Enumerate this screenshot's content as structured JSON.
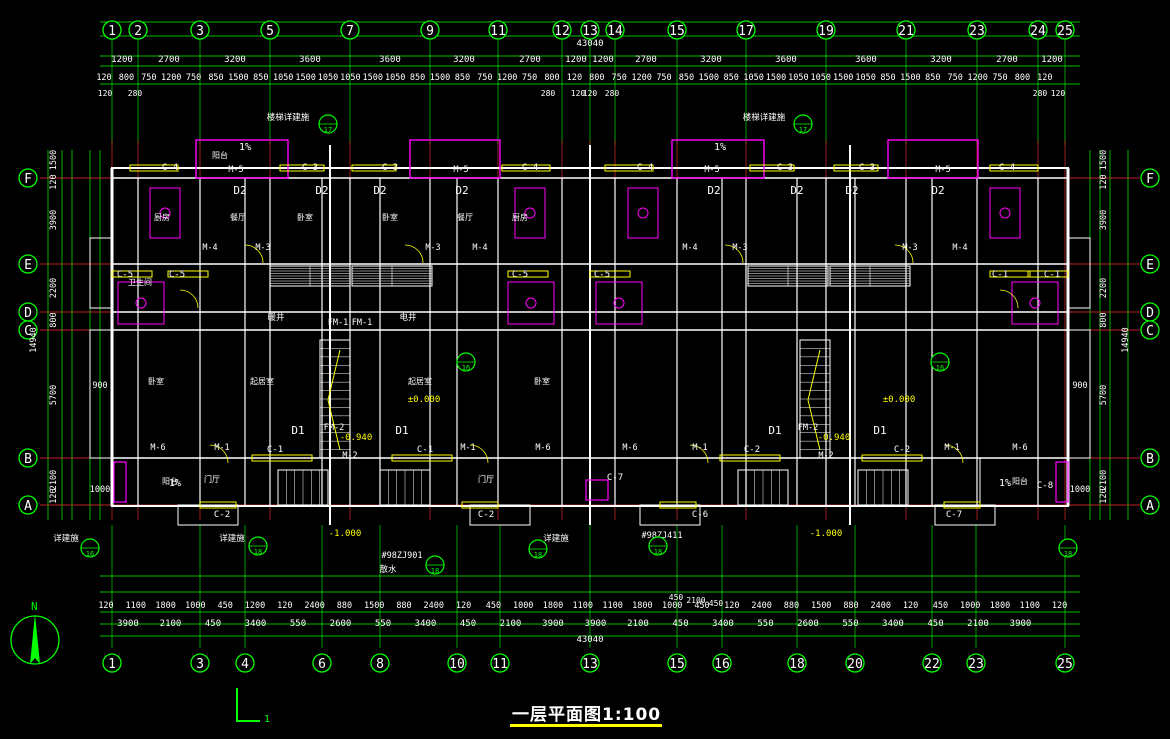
{
  "drawing": {
    "title": "一层平面图1:100",
    "ucs_label": "1",
    "north_label": "N",
    "colors": {
      "background": "#000000",
      "grid": "#00ff00",
      "axis": "#ff3030",
      "wall": "#ffffff",
      "window": "#ffff00",
      "hatch": "#ff00ff",
      "text": "#ffffff",
      "dim": "#00ff00"
    }
  },
  "top_axes": [
    "1",
    "2",
    "3",
    "5",
    "7",
    "9",
    "11",
    "12",
    "13",
    "14",
    "15",
    "17",
    "19",
    "21",
    "23",
    "24",
    "25"
  ],
  "bottom_axes": [
    "1",
    "3",
    "4",
    "6",
    "8",
    "10",
    "11",
    "13",
    "15",
    "16",
    "18",
    "20",
    "22",
    "23",
    "25"
  ],
  "side_axes": [
    "F",
    "E",
    "D",
    "C",
    "B",
    "A"
  ],
  "top_dims": {
    "total": "43040",
    "row1": [
      "1200",
      "2700",
      "3200",
      "3600",
      "3600",
      "3200",
      "2700",
      "1200",
      "1200",
      "2700",
      "3200",
      "3600",
      "3600",
      "3200",
      "2700",
      "1200"
    ],
    "row2": [
      "120",
      "800",
      "750",
      "1200",
      "750",
      "850",
      "1500",
      "850",
      "1050",
      "1500",
      "1050",
      "1050",
      "1500",
      "1050",
      "850",
      "1500",
      "850",
      "750",
      "1200",
      "750",
      "800",
      "120",
      "800",
      "750",
      "1200",
      "750",
      "850",
      "1500",
      "850",
      "1050",
      "1500",
      "1050",
      "1050",
      "1500",
      "1050",
      "850",
      "1500",
      "850",
      "750",
      "1200",
      "750",
      "800",
      "120"
    ],
    "extra": [
      "120",
      "280",
      "280",
      "120",
      "120",
      "280",
      "280",
      "120"
    ]
  },
  "bottom_dims": {
    "total": "43040",
    "row1": [
      "120",
      "1100",
      "1800",
      "1000",
      "450",
      "1200",
      "120",
      "2400",
      "880",
      "1500",
      "880",
      "2400",
      "120",
      "450",
      "1000",
      "1800",
      "1100",
      "1100",
      "1800",
      "1000",
      "450",
      "120",
      "2400",
      "880",
      "1500",
      "880",
      "2400",
      "120",
      "450",
      "1000",
      "1800",
      "1100",
      "120"
    ],
    "row2": [
      "3900",
      "2100",
      "450",
      "3400",
      "550",
      "2600",
      "550",
      "3400",
      "450",
      "2100",
      "3900",
      "3900",
      "2100",
      "450",
      "3400",
      "550",
      "2600",
      "550",
      "3400",
      "450",
      "2100",
      "3900"
    ],
    "row2_mid": [
      "450",
      "2100",
      "450"
    ]
  },
  "side_dims": {
    "left": [
      "1500",
      "120",
      "3900",
      "2200",
      "800",
      "5700",
      "2100",
      "120",
      "14940",
      "900",
      "1000"
    ],
    "right": [
      "1500",
      "120",
      "3900",
      "2200",
      "800",
      "5700",
      "2100",
      "120",
      "14940",
      "900",
      "1000"
    ]
  },
  "labels": {
    "windows": [
      "C-4",
      "C-3",
      "C-3",
      "C-4",
      "C-4",
      "C-3",
      "C-3",
      "C-4",
      "C-5",
      "C-5",
      "C-5",
      "C-5",
      "C-1",
      "C-1",
      "C-1",
      "C-1",
      "C-2",
      "C-2",
      "C-2",
      "C-2",
      "C-6",
      "C-7",
      "C-7",
      "C-8"
    ],
    "doors": [
      "M-5",
      "M-5",
      "M-5",
      "M-5",
      "M-4",
      "M-3",
      "M-3",
      "M-4",
      "M-4",
      "M-3",
      "M-3",
      "M-4",
      "M-6",
      "M-6",
      "M-6",
      "M-6",
      "M-1",
      "M-1",
      "M-1",
      "M-1",
      "M-2",
      "M-2",
      "FM-1",
      "FM-1",
      "FM-2",
      "FM-2"
    ],
    "d_marks": [
      "D2",
      "D2",
      "D2",
      "D2",
      "D2",
      "D2",
      "D2",
      "D2",
      "D1",
      "D1",
      "D1",
      "D1"
    ],
    "rooms": [
      "阳台",
      "餐厅",
      "卧室",
      "卧室",
      "餐厅",
      "厨房",
      "厨房",
      "卫生间",
      "卧室",
      "起居室",
      "起居室",
      "卧室",
      "门厅",
      "门厅",
      "阳台",
      "阳台"
    ],
    "elev": [
      "±0.000",
      "±0.000",
      "-0.940",
      "-0.940",
      "-1.000",
      "-1.000"
    ],
    "slope": [
      "1%",
      "1%",
      "1%",
      "1%"
    ],
    "notes": [
      "楼梯详建施",
      "楼梯详建施",
      "详建施",
      "详建施",
      "详建施",
      "#98ZJ901",
      "#98ZJ411",
      "散水",
      "电井",
      "暖井"
    ],
    "ref_circles": [
      "17",
      "17",
      "16",
      "16",
      "16",
      "18",
      "18",
      "18",
      "18",
      "18"
    ]
  }
}
